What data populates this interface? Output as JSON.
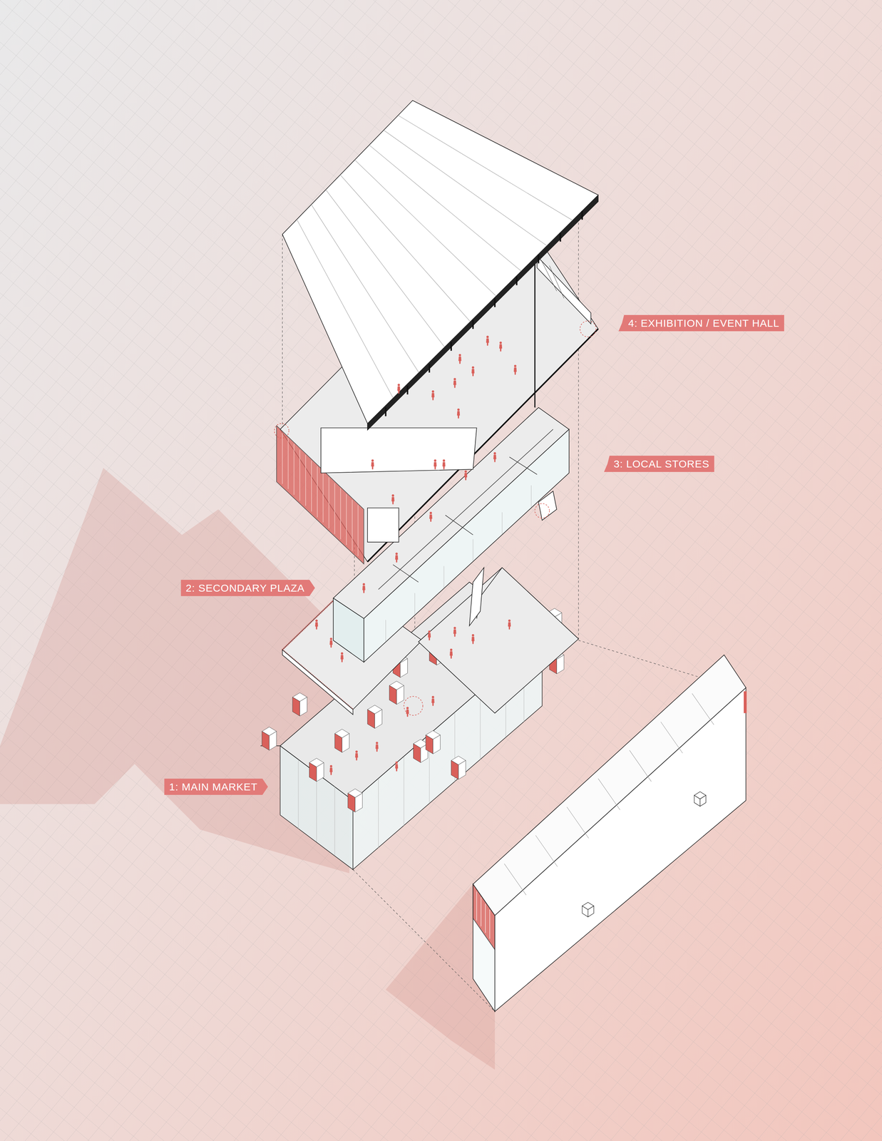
{
  "diagram": {
    "nodes": [
      {
        "text": [
          "4: EXHIBITION / EVENT HALL"
        ]
      },
      {
        "text": [
          "3: LOCAL STORES"
        ]
      },
      {
        "text": [
          "2: SECONDARY PLAZA"
        ]
      },
      {
        "text": [
          "1: MAIN MARKET"
        ]
      }
    ]
  }
}
